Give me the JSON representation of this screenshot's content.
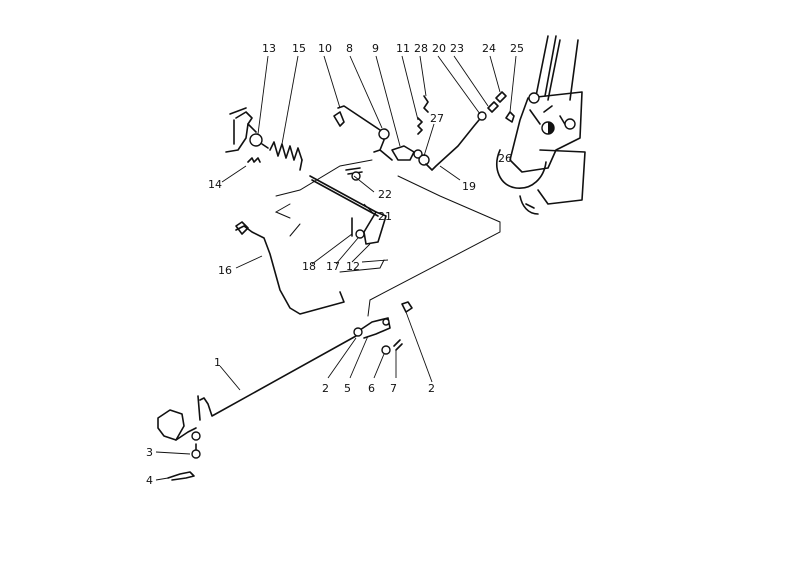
{
  "callouts": [
    {
      "id": "c13",
      "text": "13"
    },
    {
      "id": "c15",
      "text": "15"
    },
    {
      "id": "c10",
      "text": "10"
    },
    {
      "id": "c8",
      "text": "8"
    },
    {
      "id": "c9",
      "text": "9"
    },
    {
      "id": "c11",
      "text": "11"
    },
    {
      "id": "c28",
      "text": "28"
    },
    {
      "id": "c20",
      "text": "20"
    },
    {
      "id": "c23",
      "text": "23"
    },
    {
      "id": "c24",
      "text": "24"
    },
    {
      "id": "c25",
      "text": "25"
    },
    {
      "id": "c27",
      "text": "27"
    },
    {
      "id": "c14",
      "text": "14"
    },
    {
      "id": "c26",
      "text": "26"
    },
    {
      "id": "c19",
      "text": "19"
    },
    {
      "id": "c22",
      "text": "22"
    },
    {
      "id": "c21",
      "text": "21"
    },
    {
      "id": "c16",
      "text": "16"
    },
    {
      "id": "c18",
      "text": "18"
    },
    {
      "id": "c17",
      "text": "17"
    },
    {
      "id": "c12",
      "text": "12"
    },
    {
      "id": "c1",
      "text": "1"
    },
    {
      "id": "c2a",
      "text": "2"
    },
    {
      "id": "c5",
      "text": "5"
    },
    {
      "id": "c6",
      "text": "6"
    },
    {
      "id": "c7",
      "text": "7"
    },
    {
      "id": "c2b",
      "text": "2"
    },
    {
      "id": "c3",
      "text": "3"
    },
    {
      "id": "c4",
      "text": "4"
    }
  ]
}
